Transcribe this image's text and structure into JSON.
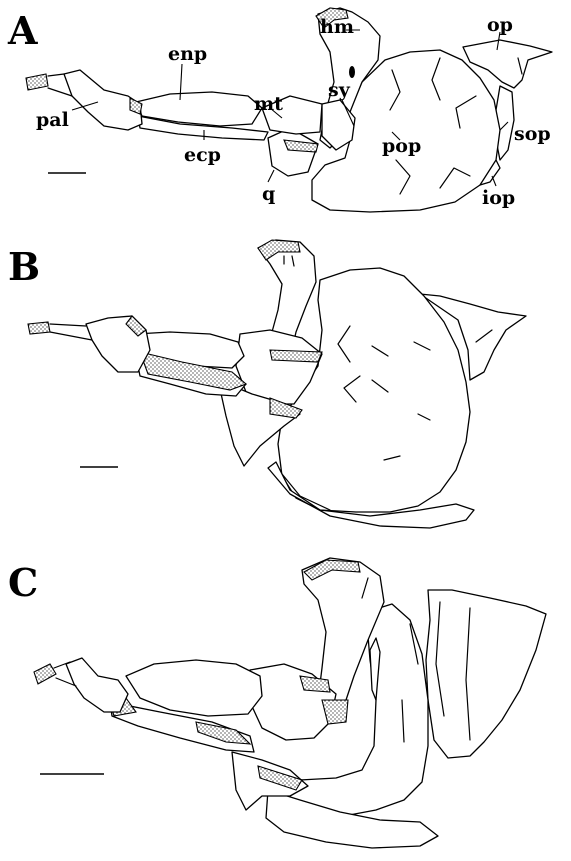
{
  "panels": {
    "a": {
      "letter": "A",
      "labels": {
        "hm": "hm",
        "op": "op",
        "enp": "enp",
        "sy": "sy",
        "mt": "mt",
        "pal": "pal",
        "pop": "pop",
        "sop": "sop",
        "ecp": "ecp",
        "q": "q",
        "iop": "iop"
      }
    },
    "b": {
      "letter": "B"
    },
    "c": {
      "letter": "C"
    }
  }
}
